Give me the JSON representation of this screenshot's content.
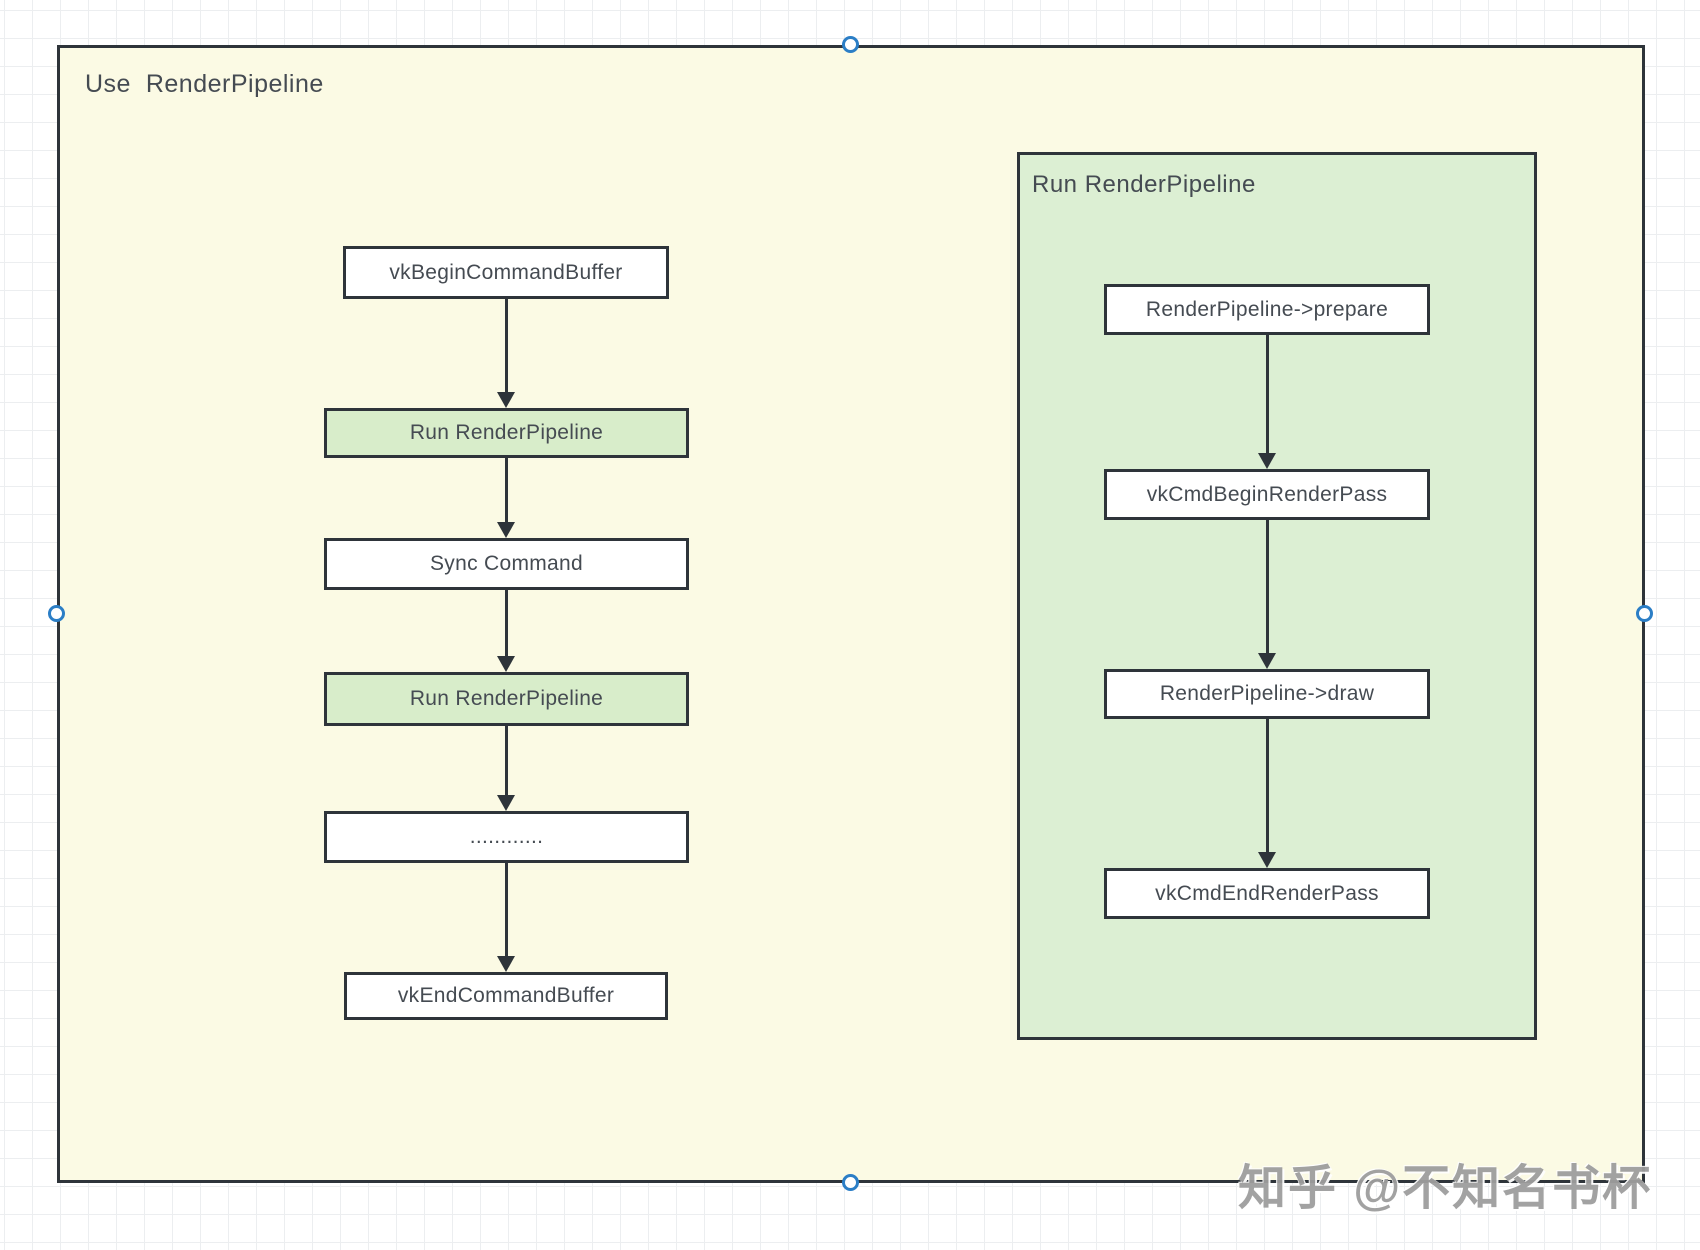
{
  "canvas": {
    "outer_group_title": "Use  RenderPipeline",
    "colors": {
      "canvas_fill": "#FBFAE4",
      "panel_fill": "#DCEFD3",
      "node_green": "#D8EDCA",
      "node_white": "#FFFFFF",
      "border": "#2E343A",
      "text": "#454B52",
      "handle_blue": "#2B7EC6",
      "watermark_gray": "#9E9E9E",
      "grid_line": "#ECEEF0"
    }
  },
  "left_flow": {
    "boxes": [
      {
        "label": "vkBeginCommandBuffer",
        "style": "white"
      },
      {
        "label": "Run RenderPipeline",
        "style": "green"
      },
      {
        "label": "Sync Command",
        "style": "white"
      },
      {
        "label": "Run RenderPipeline",
        "style": "green"
      },
      {
        "label": "............",
        "style": "white"
      },
      {
        "label": "vkEndCommandBuffer",
        "style": "white"
      }
    ]
  },
  "run_pipeline_panel": {
    "title": "Run RenderPipeline",
    "boxes": [
      {
        "label": "RenderPipeline->prepare"
      },
      {
        "label": "vkCmdBeginRenderPass"
      },
      {
        "label": "RenderPipeline->draw"
      },
      {
        "label": "vkCmdEndRenderPass"
      }
    ]
  },
  "watermark": "知乎 @不知名书杯"
}
